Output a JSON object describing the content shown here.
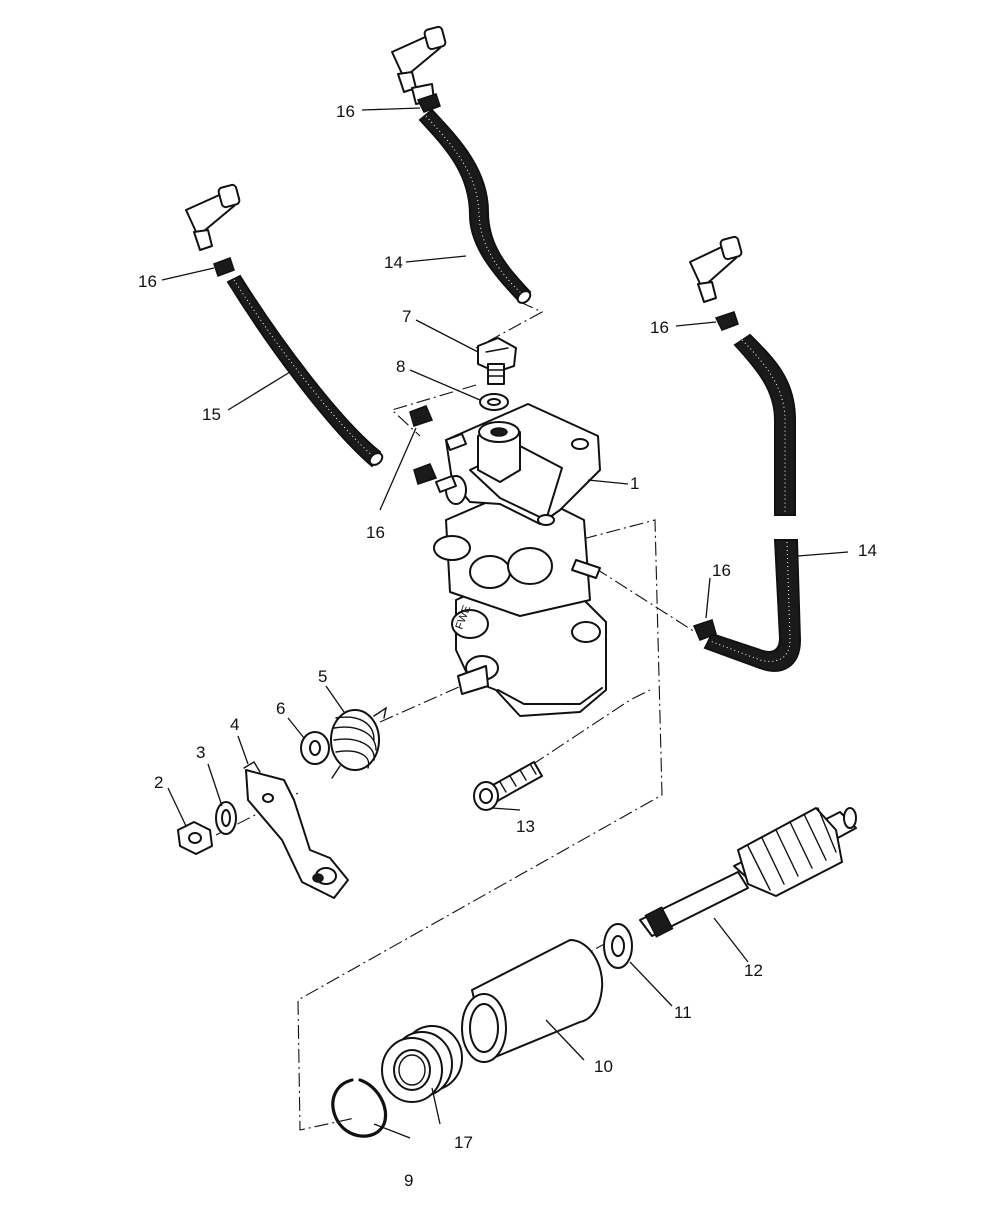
{
  "callouts": [
    {
      "id": "c1",
      "text": "1"
    },
    {
      "id": "c2",
      "text": "2"
    },
    {
      "id": "c3",
      "text": "3"
    },
    {
      "id": "c4",
      "text": "4"
    },
    {
      "id": "c5",
      "text": "5"
    },
    {
      "id": "c6",
      "text": "6"
    },
    {
      "id": "c7",
      "text": "7"
    },
    {
      "id": "c8",
      "text": "8"
    },
    {
      "id": "c9",
      "text": "9"
    },
    {
      "id": "c10",
      "text": "10"
    },
    {
      "id": "c11",
      "text": "11"
    },
    {
      "id": "c12",
      "text": "12"
    },
    {
      "id": "c13",
      "text": "13"
    },
    {
      "id": "c14a",
      "text": "14"
    },
    {
      "id": "c14b",
      "text": "14"
    },
    {
      "id": "c15",
      "text": "15"
    },
    {
      "id": "c16a",
      "text": "16"
    },
    {
      "id": "c16b",
      "text": "16"
    },
    {
      "id": "c16c",
      "text": "16"
    },
    {
      "id": "c16d",
      "text": "16"
    },
    {
      "id": "c16e",
      "text": "16"
    },
    {
      "id": "c17",
      "text": "17"
    }
  ]
}
